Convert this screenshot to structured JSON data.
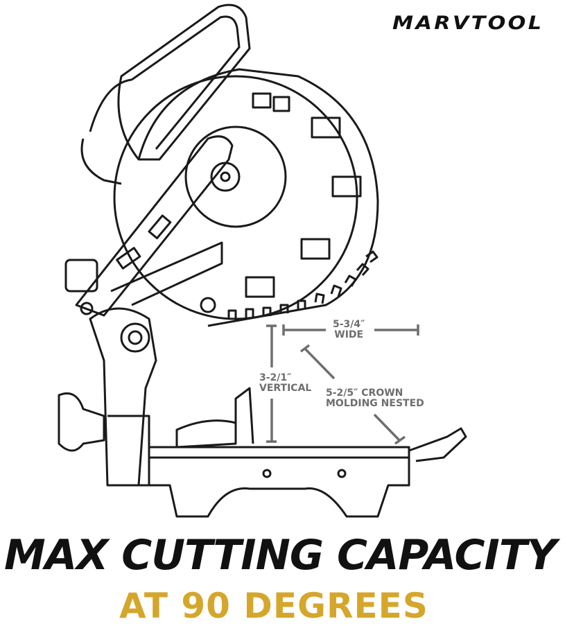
{
  "brand": {
    "logo_text": "MARVTOOL"
  },
  "dimensions": {
    "width_value": "5-3/4″",
    "width_label": "WIDE",
    "vertical_value": "3-2/1″",
    "vertical_label": "VERTICAL",
    "crown_value": "5-2/5″ CROWN",
    "crown_label": "MOLDING NESTED"
  },
  "headline": "MAX CUTTING CAPACITY",
  "subheadline": "AT 90 DEGREES",
  "colors": {
    "headline": "#111111",
    "subheadline": "#d4a72c",
    "dimension_lines": "#6e6e6e",
    "drawing": "#1a1a1a"
  }
}
